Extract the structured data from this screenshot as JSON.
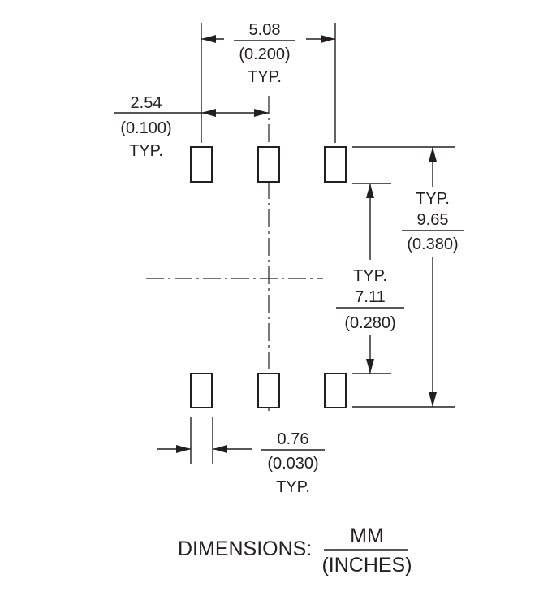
{
  "dimensions": {
    "pitch": {
      "mm": "5.08",
      "inches": "(0.200)",
      "note": "TYP."
    },
    "half_pitch": {
      "mm": "2.54",
      "inches": "(0.100)",
      "note": "TYP."
    },
    "outer_span": {
      "note": "TYP.",
      "mm": "9.65",
      "inches": "(0.380)"
    },
    "inner_span": {
      "note": "TYP.",
      "mm": "7.11",
      "inches": "(0.280)"
    },
    "pad_width": {
      "mm": "0.76",
      "inches": "(0.030)",
      "note": "TYP."
    }
  },
  "legend": {
    "label": "DIMENSIONS:",
    "numerator": "MM",
    "denominator": "(INCHES)"
  },
  "colors": {
    "ink": "#231f20",
    "background": "#ffffff"
  }
}
